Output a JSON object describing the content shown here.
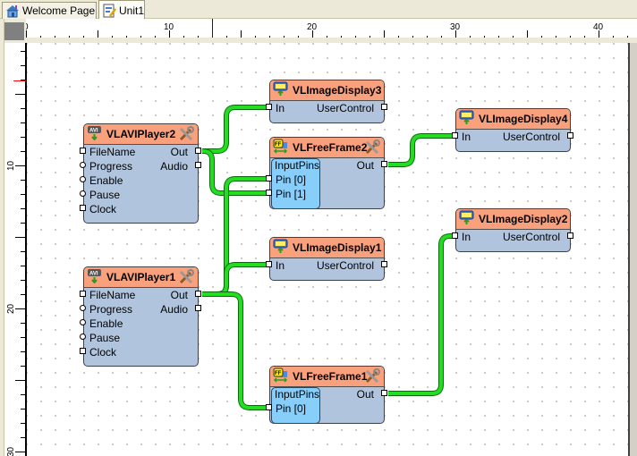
{
  "tabs": [
    {
      "label": "Welcome Page",
      "icon": "home-icon",
      "active": false
    },
    {
      "label": "Unit1",
      "icon": "unit-form-icon",
      "active": true
    }
  ],
  "rulers": {
    "horizontal_labels": [
      "0",
      "10",
      "20",
      "30",
      "40"
    ],
    "vertical_labels": [
      "10",
      "20",
      "30"
    ]
  },
  "wire_color": "#22dd22",
  "header_color": "#f9a07c",
  "body_color": "#b0c4de",
  "nodes": [
    {
      "id": "VLAVIPlayer2",
      "title": "VLAVIPlayer2",
      "icon": "avi-player-icon",
      "tool": true,
      "inputs": [
        {
          "label": "FileName",
          "shape": "square"
        },
        {
          "label": "Progress",
          "shape": "round"
        },
        {
          "label": "Enable",
          "shape": "round"
        },
        {
          "label": "Pause",
          "shape": "round"
        },
        {
          "label": "Clock",
          "shape": "square"
        }
      ],
      "outputs": [
        "Out",
        "Audio"
      ]
    },
    {
      "id": "VLAVIPlayer1",
      "title": "VLAVIPlayer1",
      "icon": "avi-player-icon",
      "tool": true,
      "inputs": [
        {
          "label": "FileName",
          "shape": "square"
        },
        {
          "label": "Progress",
          "shape": "round"
        },
        {
          "label": "Enable",
          "shape": "round"
        },
        {
          "label": "Pause",
          "shape": "round"
        },
        {
          "label": "Clock",
          "shape": "square"
        }
      ],
      "outputs": [
        "Out",
        "Audio"
      ]
    },
    {
      "id": "VLImageDisplay3",
      "title": "VLImageDisplay3",
      "icon": "image-display-icon",
      "tool": false,
      "inputs": [
        {
          "label": "In",
          "shape": "square"
        }
      ],
      "outputs": [
        "UserControl"
      ]
    },
    {
      "id": "VLFreeFrame2",
      "title": "VLFreeFrame2",
      "icon": "freeframe-icon",
      "tool": true,
      "group": "InputPins",
      "inputs": [
        {
          "label": "Pin [0]",
          "shape": "square"
        },
        {
          "label": "Pin [1]",
          "shape": "square"
        }
      ],
      "outputs": [
        "Out"
      ]
    },
    {
      "id": "VLImageDisplay1",
      "title": "VLImageDisplay1",
      "icon": "image-display-icon",
      "tool": false,
      "inputs": [
        {
          "label": "In",
          "shape": "square"
        }
      ],
      "outputs": [
        "UserControl"
      ]
    },
    {
      "id": "VLFreeFrame1",
      "title": "VLFreeFrame1",
      "icon": "freeframe-icon",
      "tool": true,
      "group": "InputPins",
      "inputs": [
        {
          "label": "Pin [0]",
          "shape": "square"
        }
      ],
      "outputs": [
        "Out"
      ]
    },
    {
      "id": "VLImageDisplay4",
      "title": "VLImageDisplay4",
      "icon": "image-display-icon",
      "tool": false,
      "inputs": [
        {
          "label": "In",
          "shape": "square"
        }
      ],
      "outputs": [
        "UserControl"
      ]
    },
    {
      "id": "VLImageDisplay2",
      "title": "VLImageDisplay2",
      "icon": "image-display-icon",
      "tool": false,
      "inputs": [
        {
          "label": "In",
          "shape": "square"
        }
      ],
      "outputs": [
        "UserControl"
      ]
    }
  ],
  "links": [
    {
      "from": "VLAVIPlayer2.Out",
      "to": "VLImageDisplay3.In"
    },
    {
      "from": "VLAVIPlayer2.Out",
      "to": "VLFreeFrame2.Pin [1]"
    },
    {
      "from": "VLAVIPlayer1.Out",
      "to": "VLFreeFrame2.Pin [0]"
    },
    {
      "from": "VLAVIPlayer1.Out",
      "to": "VLImageDisplay1.In"
    },
    {
      "from": "VLAVIPlayer1.Out",
      "to": "VLFreeFrame1.Pin [0]"
    },
    {
      "from": "VLFreeFrame2.Out",
      "to": "VLImageDisplay4.In"
    },
    {
      "from": "VLFreeFrame1.Out",
      "to": "VLImageDisplay2.In"
    }
  ]
}
